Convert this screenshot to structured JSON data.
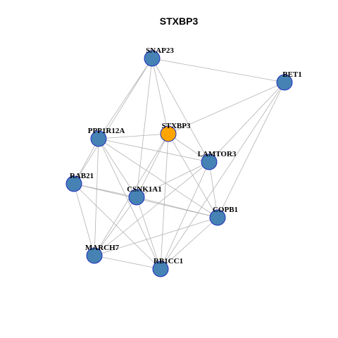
{
  "title": "STXBP3",
  "colors": {
    "node_default": "#4682b4",
    "node_focus": "#ffa500",
    "node_border": "#1f2fbf",
    "edge": "#b3b3b3"
  },
  "nodes": [
    {
      "id": "SNAP23",
      "label": "SNAP23",
      "focus": false
    },
    {
      "id": "BET1",
      "label": "BET1",
      "focus": false
    },
    {
      "id": "PPP1R12A",
      "label": "PPP1R12A",
      "focus": false
    },
    {
      "id": "STXBP3",
      "label": "STXBP3",
      "focus": true
    },
    {
      "id": "LAMTOR3",
      "label": "LAMTOR3",
      "focus": false
    },
    {
      "id": "RAB21",
      "label": "RAB21",
      "focus": false
    },
    {
      "id": "CSNK1A1",
      "label": "CSNK1A1",
      "focus": false
    },
    {
      "id": "COPB1",
      "label": "COPB1",
      "focus": false
    },
    {
      "id": "MARCH7",
      "label": "MARCH7",
      "focus": false
    },
    {
      "id": "RB1CC1",
      "label": "RB1CC1",
      "focus": false
    }
  ],
  "edges": [
    [
      "SNAP23",
      "BET1"
    ],
    [
      "SNAP23",
      "PPP1R12A"
    ],
    [
      "SNAP23",
      "STXBP3"
    ],
    [
      "SNAP23",
      "LAMTOR3"
    ],
    [
      "SNAP23",
      "CSNK1A1"
    ],
    [
      "SNAP23",
      "RAB21"
    ],
    [
      "BET1",
      "STXBP3"
    ],
    [
      "BET1",
      "LAMTOR3"
    ],
    [
      "BET1",
      "COPB1"
    ],
    [
      "BET1",
      "RB1CC1"
    ],
    [
      "PPP1R12A",
      "STXBP3"
    ],
    [
      "PPP1R12A",
      "RAB21"
    ],
    [
      "PPP1R12A",
      "CSNK1A1"
    ],
    [
      "PPP1R12A",
      "LAMTOR3"
    ],
    [
      "PPP1R12A",
      "COPB1"
    ],
    [
      "PPP1R12A",
      "MARCH7"
    ],
    [
      "PPP1R12A",
      "RB1CC1"
    ],
    [
      "STXBP3",
      "CSNK1A1"
    ],
    [
      "STXBP3",
      "LAMTOR3"
    ],
    [
      "STXBP3",
      "COPB1"
    ],
    [
      "STXBP3",
      "MARCH7"
    ],
    [
      "STXBP3",
      "RB1CC1"
    ],
    [
      "LAMTOR3",
      "CSNK1A1"
    ],
    [
      "LAMTOR3",
      "MARCH7"
    ],
    [
      "LAMTOR3",
      "RB1CC1"
    ],
    [
      "LAMTOR3",
      "COPB1"
    ],
    [
      "RAB21",
      "CSNK1A1"
    ],
    [
      "RAB21",
      "COPB1"
    ],
    [
      "RAB21",
      "MARCH7"
    ],
    [
      "RAB21",
      "RB1CC1"
    ],
    [
      "CSNK1A1",
      "COPB1"
    ],
    [
      "CSNK1A1",
      "MARCH7"
    ],
    [
      "CSNK1A1",
      "RB1CC1"
    ],
    [
      "COPB1",
      "MARCH7"
    ],
    [
      "COPB1",
      "RB1CC1"
    ],
    [
      "MARCH7",
      "RB1CC1"
    ]
  ]
}
